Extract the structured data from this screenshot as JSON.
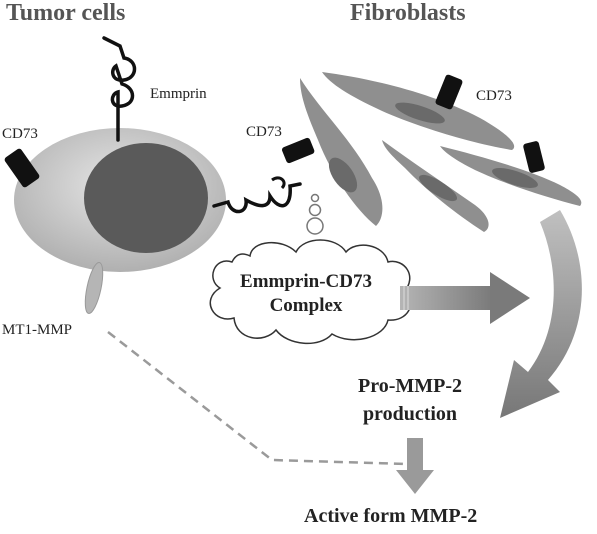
{
  "headers": {
    "tumor_cells": "Tumor cells",
    "fibroblasts": "Fibroblasts"
  },
  "labels": {
    "emmprin": "Emmprin",
    "cd73_tumor": "CD73",
    "cd73_fibro_left": "CD73",
    "cd73_fibro_top": "CD73",
    "mt1_mmp": "MT1-MMP"
  },
  "complex": {
    "line1": "Emmprin-CD73",
    "line2": "Complex"
  },
  "pro_mmp2": {
    "line1": "Pro-MMP-2",
    "line2": "production"
  },
  "active_mmp2": "Active form MMP-2",
  "colors": {
    "fibroblast": "#8f8f8f",
    "fibroblast_nucleus": "#6a6a6a",
    "tumor_nucleus": "#5a5a5a",
    "cd73_block": "#111111",
    "arrow": "#8a8a8a"
  }
}
